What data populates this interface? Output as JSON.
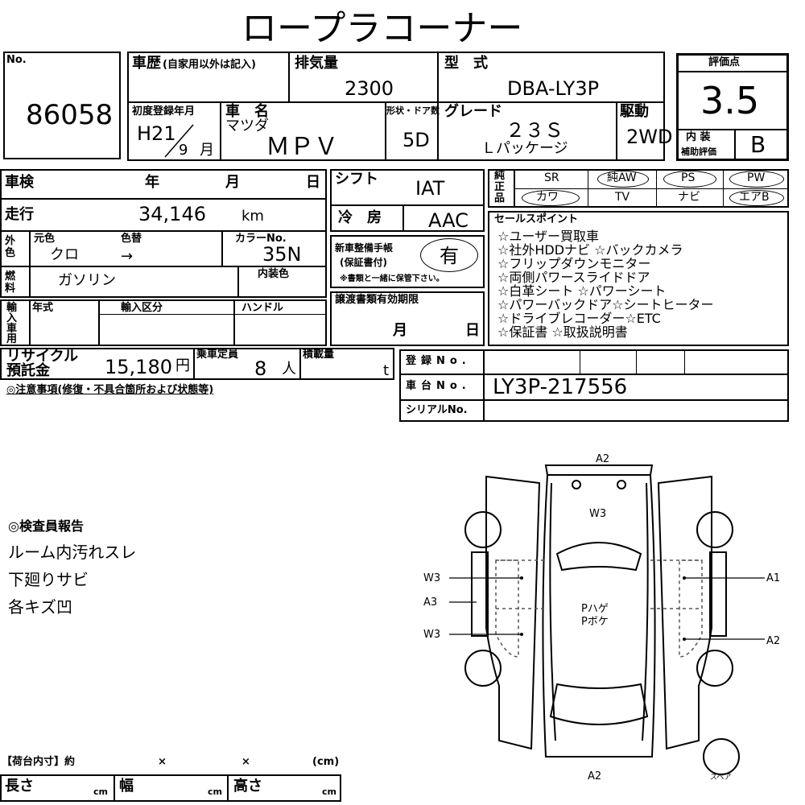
{
  "title": "ロープラコーナー",
  "lot": {
    "no_label": "No.",
    "number": "86058"
  },
  "history": {
    "label": "車歴",
    "note": "(自家用以外は記入)"
  },
  "displacement": {
    "label": "排気量",
    "value": "2300"
  },
  "model": {
    "label": "型　式",
    "value": "DBA-LY3P"
  },
  "score": {
    "label": "評価点",
    "value": "3.5",
    "interior_label_1": "内 装",
    "interior_label_2": "補助評価",
    "interior_value": "B"
  },
  "registration": {
    "label": "初度登録年月",
    "era_year": "H21",
    "month": "9",
    "month_unit": "月"
  },
  "name": {
    "label": "車　名",
    "maker": "マツダ",
    "model": "ＭＰＶ"
  },
  "doors": {
    "label": "形状・ドア数",
    "value": "5D"
  },
  "grade": {
    "label": "グレード",
    "line1": "２３Ｓ",
    "line2": "Ｌパッケージ"
  },
  "drive": {
    "label": "駆動",
    "value": "2WD"
  },
  "inspection": {
    "label": "車検",
    "year": "年",
    "month": "月",
    "day": "日"
  },
  "shift": {
    "label": "シフト",
    "value": "IAT"
  },
  "equipment": {
    "label": "純正品",
    "items": [
      "SR",
      "純AW",
      "PS",
      "PW",
      "カワ",
      "TV",
      "ナビ",
      "エアB"
    ]
  },
  "mileage": {
    "label": "走行",
    "value": "34,146",
    "unit": "km"
  },
  "ac": {
    "label": "冷　房",
    "value": "AAC"
  },
  "color": {
    "side_label": "外色",
    "orig_label": "元色",
    "change_label": "色替",
    "orig_value": "クロ",
    "change_value": "→",
    "code_label": "カラーNo.",
    "code_value": "35N",
    "interior_label": "内装色"
  },
  "fuel": {
    "label": "燃料",
    "value": "ガソリン"
  },
  "manual": {
    "label1": "新車整備手帳",
    "label2": "(保証書付)",
    "value": "有",
    "note": "※書類と一緒に保管下さい。"
  },
  "sales": {
    "label": "セールスポイント",
    "lines": [
      "☆ユーザー買取車",
      "☆社外HDDナビ ☆バックカメラ",
      "☆フリップダウンモニター",
      "☆両側パワースライドドア",
      "☆白革シート ☆パワーシート",
      "☆パワーバックドア☆シートヒーター",
      "☆ドライブレコーダー☆ETC",
      "☆保証書 ☆取扱説明書"
    ]
  },
  "import": {
    "label": "輸入車用",
    "year_label": "年式",
    "class_label": "輸入区分",
    "handle_label": "ハンドル"
  },
  "transfer": {
    "label": "譲渡書類有効期限",
    "month": "月",
    "day": "日"
  },
  "recycle": {
    "label1": "リサイクル",
    "label2": "預託金",
    "value": "15,180",
    "unit": "円"
  },
  "capacity": {
    "label": "乗車定員",
    "value": "8",
    "unit": "人"
  },
  "load": {
    "label": "積載量",
    "unit": "t"
  },
  "reg_no": {
    "label": "登録No."
  },
  "chassis": {
    "label": "車台No.",
    "value": "LY3P-217556"
  },
  "serial": {
    "label": "シリアルNo."
  },
  "caution": {
    "label": "◎注意事項(修復・不具合箇所および状態等)"
  },
  "inspector": {
    "label": "◎検査員報告",
    "lines": [
      "ルーム内汚れスレ",
      "下廻りサビ",
      "各キズ凹"
    ]
  },
  "diagram": {
    "marks": [
      "A2",
      "W3",
      "W3",
      "A3",
      "W3",
      "A1",
      "A2",
      "A2"
    ],
    "center_1": "Pハゲ",
    "center_2": "Pボケ",
    "spare": "スペア"
  },
  "cargo": {
    "label": "【荷台内寸】約",
    "x1": "×",
    "x2": "×",
    "unit": "(cm)",
    "length": "長さ",
    "width": "幅",
    "height": "高さ",
    "cm": "cm"
  }
}
